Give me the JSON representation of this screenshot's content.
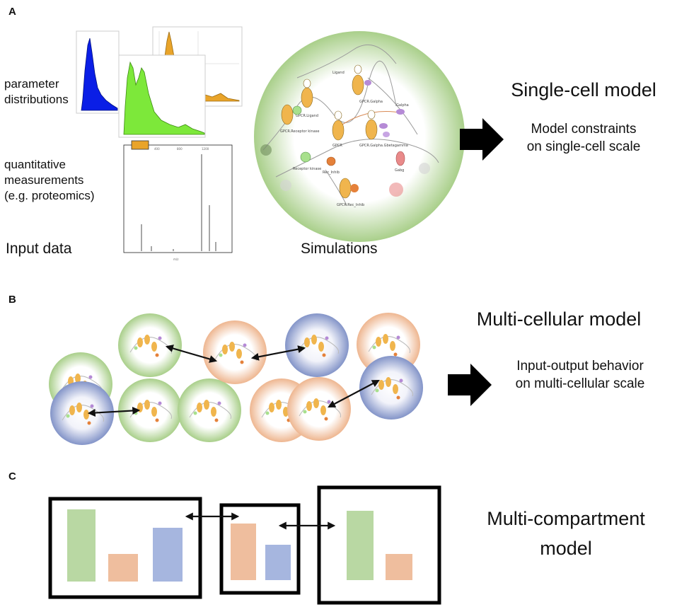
{
  "panels": {
    "a": {
      "letter": "A",
      "param_label": "parameter\ndistributions",
      "quant_label": "quantitative\nmeasurements\n(e.g. proteomics)",
      "input_label": "Input data",
      "sim_label": "Simulations",
      "title": "Single-cell model",
      "subtitle": "Model constraints\non single-cell scale",
      "network_labels": [
        "Ligand",
        "GPCR.Ligand",
        "GPCR.Receptor kinase",
        "GPCR",
        "GPCR.Galpha",
        "GPCR.Galpha.Gbetagamma",
        "Galpha",
        "Gabg",
        "Receptor kinase",
        "Rec_Inhib",
        "GPCR.Rec_Inhib"
      ]
    },
    "b": {
      "letter": "B",
      "title": "Multi-cellular model",
      "subtitle": "Input-output behavior\non multi-cellular scale"
    },
    "c": {
      "letter": "C",
      "title": "Multi-compartment\nmodel"
    }
  },
  "colors": {
    "green": "#b9d8a3",
    "orange": "#efbe9e",
    "blue": "#a6b6df",
    "hist_blue": "#0a1ee6",
    "hist_green": "#7de83a",
    "hist_orange": "#e9a42a"
  }
}
